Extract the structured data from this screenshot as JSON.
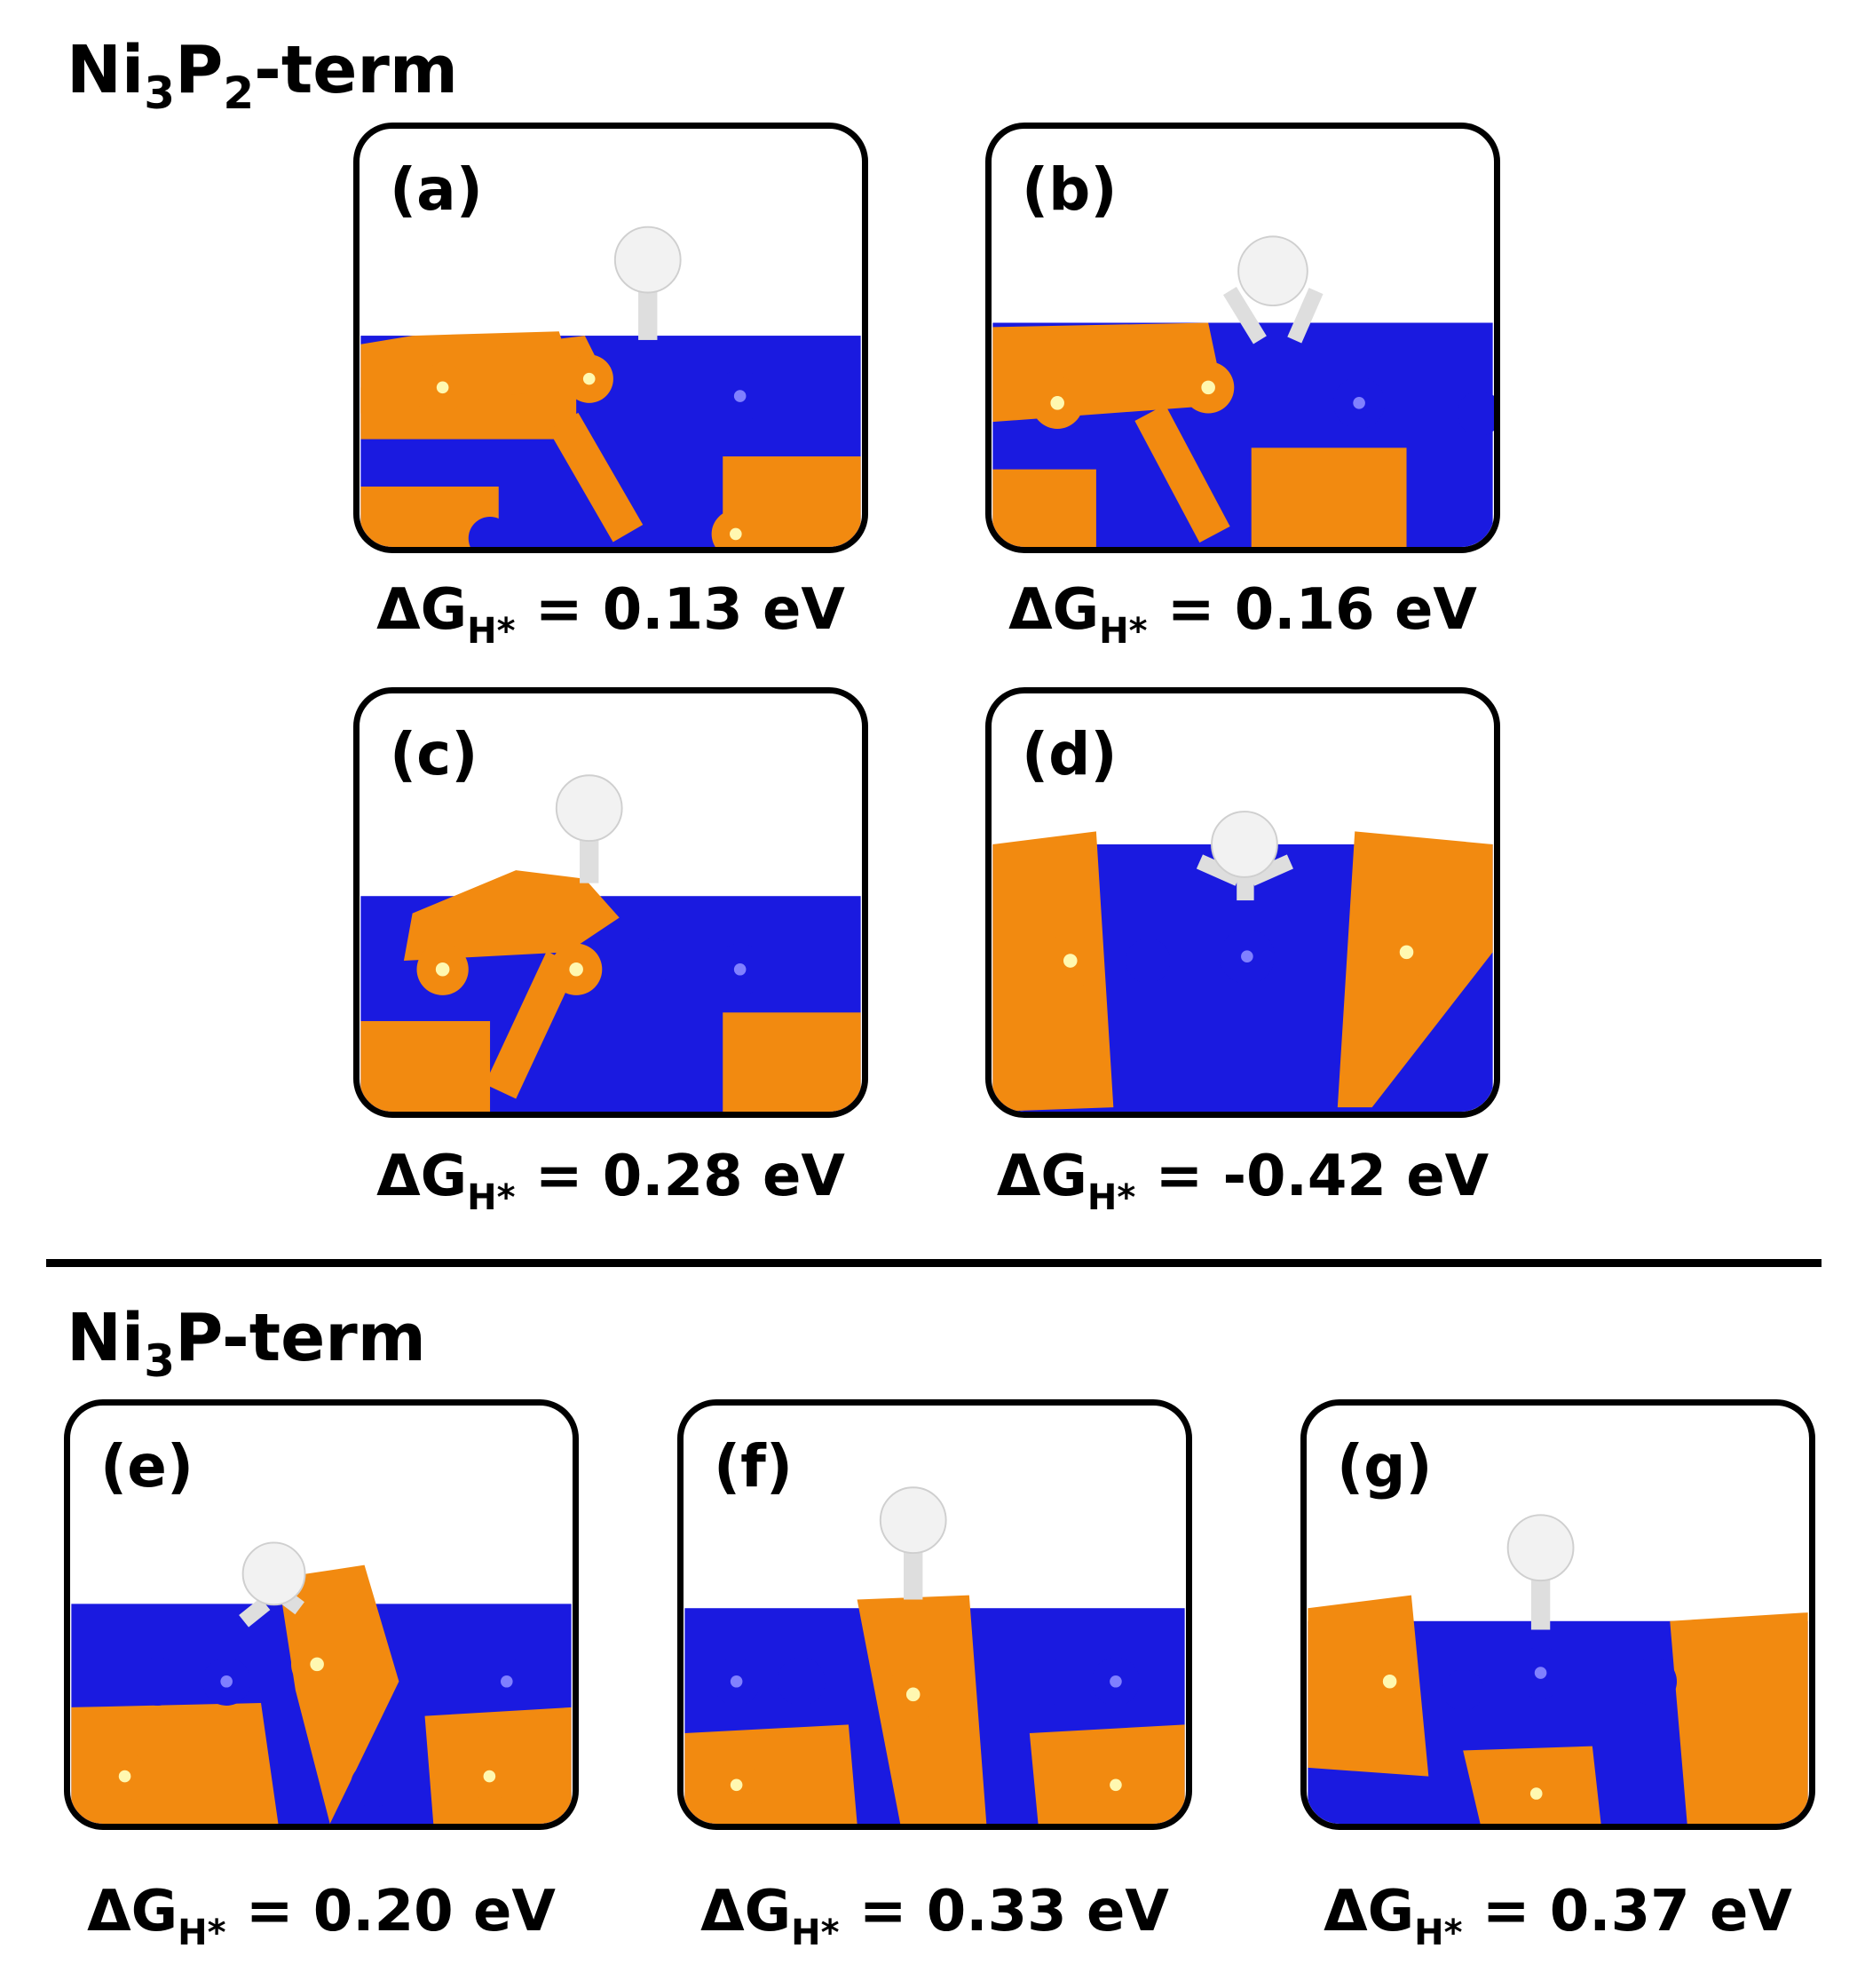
{
  "sections": [
    {
      "pre": "Ni",
      "sub1": "3",
      "mid": "P",
      "sub2": "2",
      "post": "-term"
    },
    {
      "pre": "Ni",
      "sub1": "3",
      "mid": "P",
      "sub2": "",
      "post": "-term"
    }
  ],
  "energy_symbol": "ΔG",
  "energy_subscript": "H*",
  "panels": [
    {
      "label": "(a)",
      "equals": "= 0.13 eV",
      "value_eV": 0.13
    },
    {
      "label": "(b)",
      "equals": "= 0.16 eV",
      "value_eV": 0.16
    },
    {
      "label": "(c)",
      "equals": "= 0.28 eV",
      "value_eV": 0.28
    },
    {
      "label": "(d)",
      "equals": "= -0.42 eV",
      "value_eV": -0.42
    },
    {
      "label": "(e)",
      "equals": "= 0.20 eV",
      "value_eV": 0.2
    },
    {
      "label": "(f)",
      "equals": "= 0.33 eV",
      "value_eV": 0.33
    },
    {
      "label": "(g)",
      "equals": "= 0.37 eV",
      "value_eV": 0.37
    }
  ],
  "colors": {
    "ni_orange": "#f28a10",
    "p_blue": "#1a1ae0",
    "h_white": "#f2f2f2"
  }
}
